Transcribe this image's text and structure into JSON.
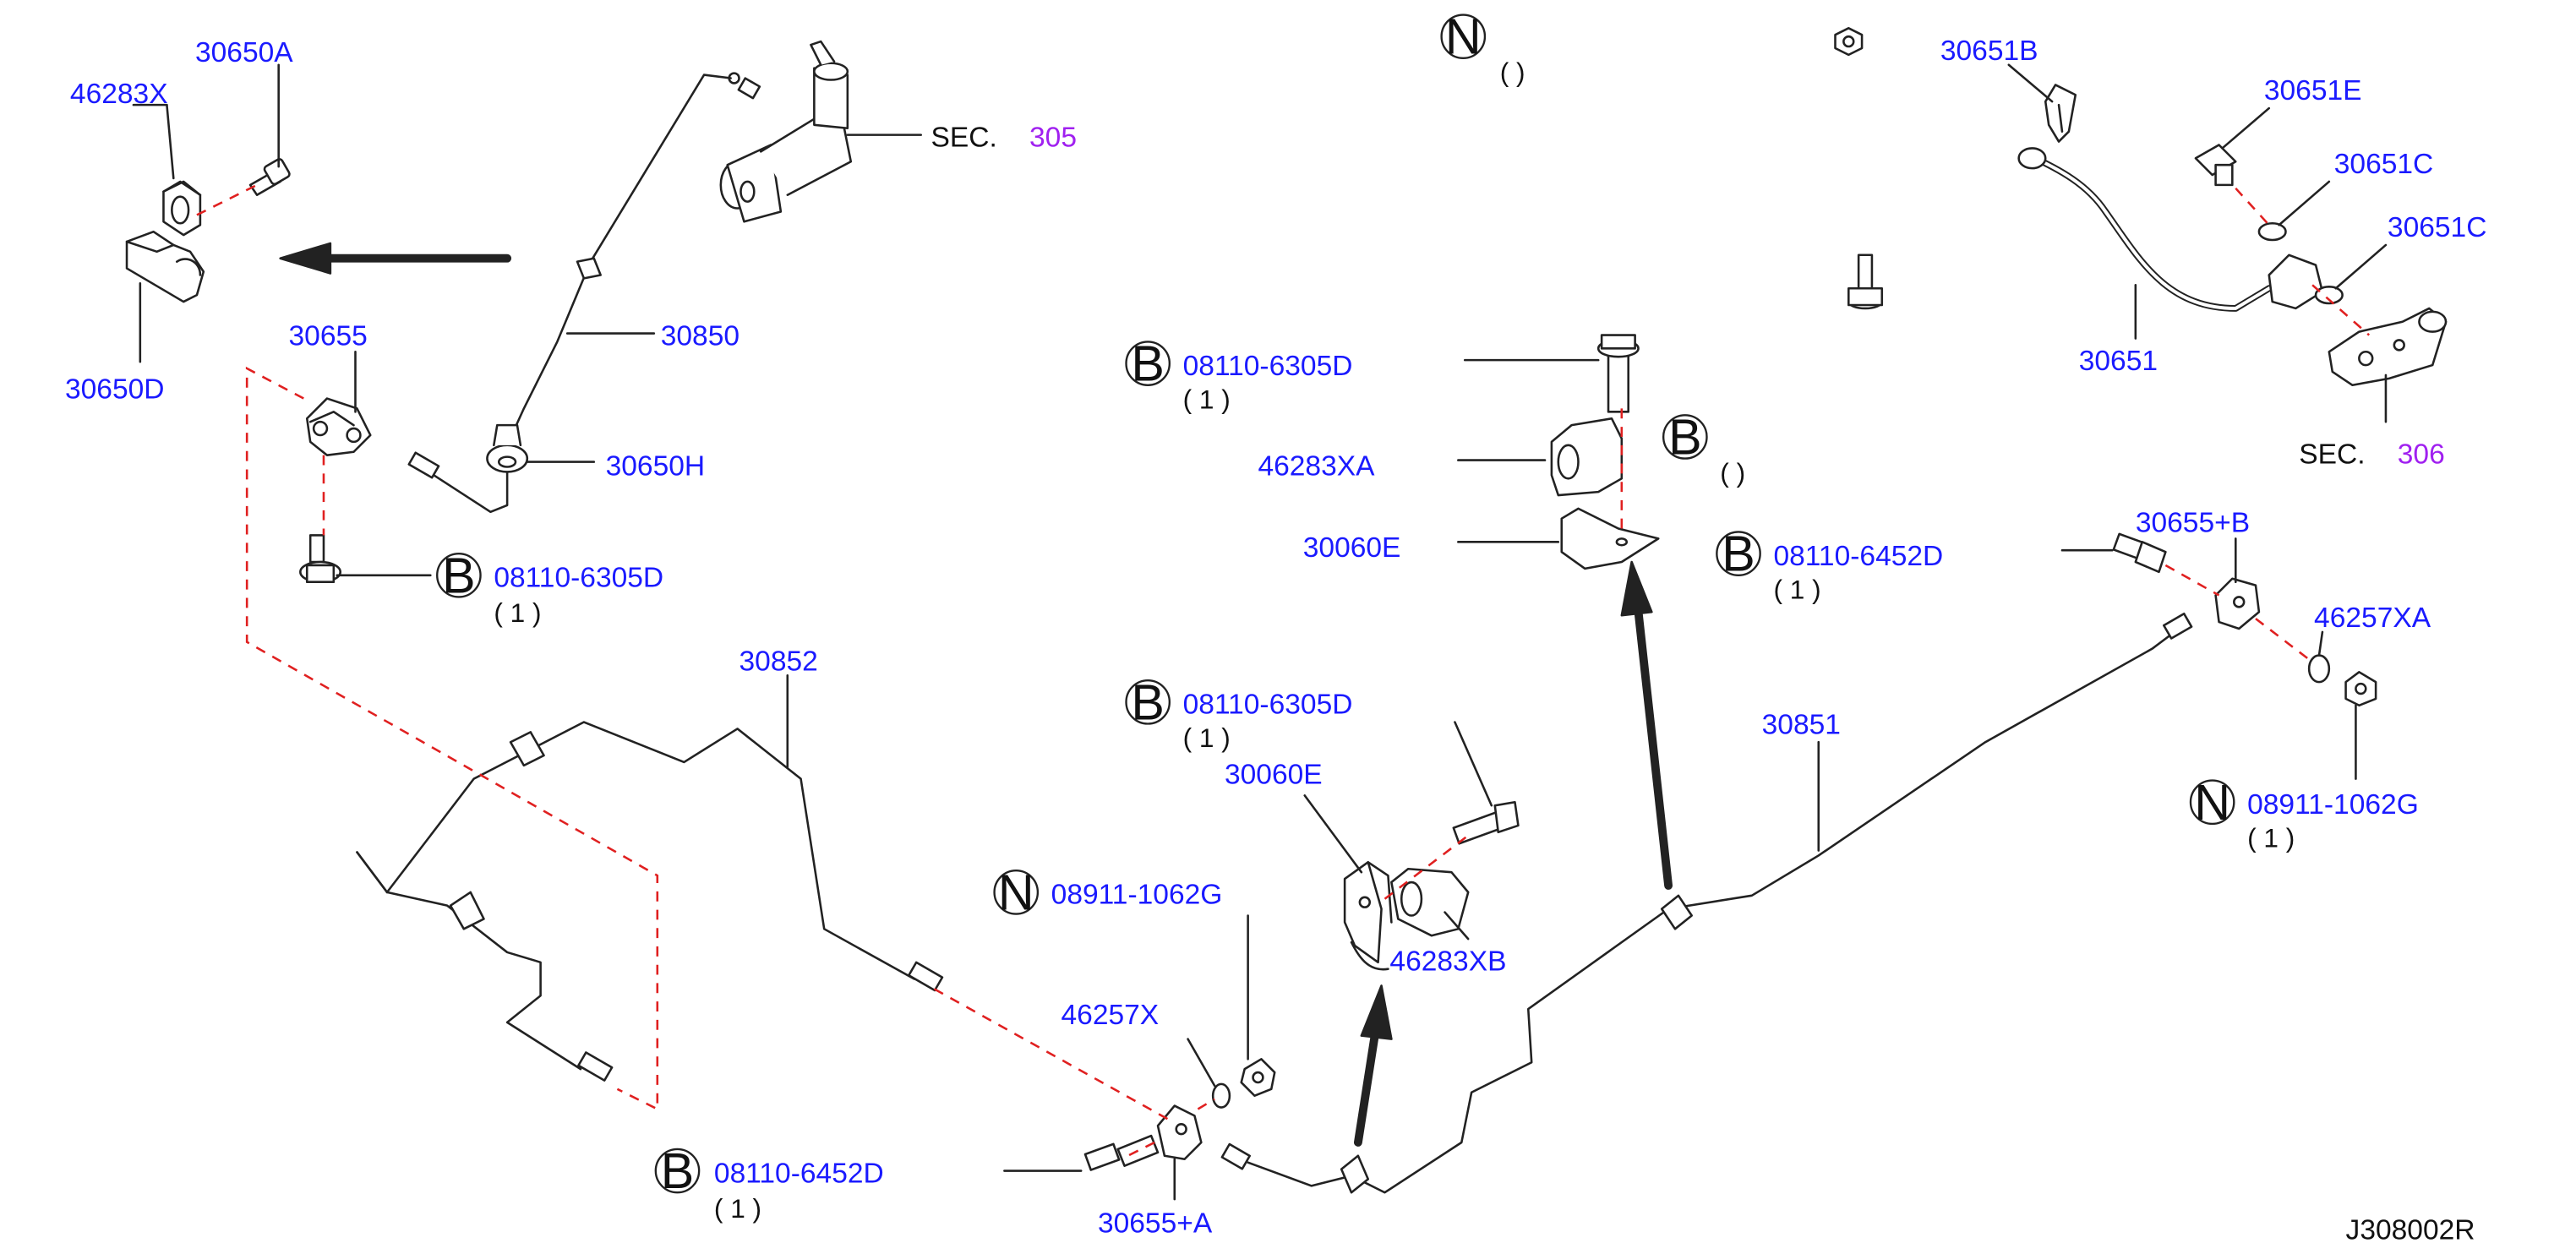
{
  "colors": {
    "part_number": "#1a1aff",
    "section_number": "#a020f0",
    "line": "#222222",
    "dashed": "#e02020",
    "text": "#111111"
  },
  "diagram": {
    "ref_code": "J308002R",
    "sec_label": "SEC.",
    "sec_305": "305",
    "sec_306": "306",
    "marks": {
      "b": "B",
      "n": "N"
    },
    "parts": {
      "p30650A": "30650A",
      "p46283X": "46283X",
      "p30650D": "30650D",
      "p30655": "30655",
      "p30850": "30850",
      "p30650H": "30650H",
      "p30852": "30852",
      "p30651B": "30651B",
      "p30651E": "30651E",
      "p30651C_1": "30651C",
      "p30651C_2": "30651C",
      "p30651": "30651",
      "p46283XA": "46283XA",
      "p30060E_1": "30060E",
      "p30060E_2": "30060E",
      "p30655B": "30655+B",
      "p46257XA": "46257XA",
      "p30851": "30851",
      "p46283XB": "46283XB",
      "p46257X": "46257X",
      "p30655A": "30655+A",
      "bolt_6305_1": "08110-6305D",
      "bolt_6305_2": "08110-6305D",
      "bolt_6305_3": "08110-6305D",
      "bolt_6452_1": "08110-6452D",
      "bolt_6452_2": "08110-6452D",
      "nut_1062_1": "08911-1062G",
      "nut_1062_2": "08911-1062G"
    },
    "qty": {
      "q_6305_1": "( 1 )",
      "q_6305_2": "( 1 )",
      "q_6305_3": "( 1 )",
      "q_6452_1": "( 1 )",
      "q_6452_2": "( 1 )",
      "q_1062_2": "( 1 )",
      "q_n_empty": "(    )",
      "q_b_empty": "(    )"
    }
  }
}
